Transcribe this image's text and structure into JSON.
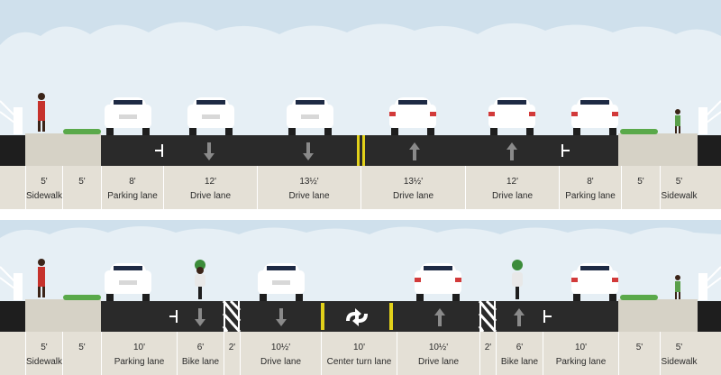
{
  "colors": {
    "sky": "#cfe0ec",
    "clouds": "#e6eff5",
    "sidewalk": "#d6d2c6",
    "asphalt": "#2a2a2a",
    "curb": "#1e1e1e",
    "label_bg": "#e4e0d6",
    "center_line": "#e2d11a",
    "grass": "#5aa94a"
  },
  "sections": [
    {
      "id": "before",
      "segments": [
        {
          "width": "5'",
          "name": "Sidewalk"
        },
        {
          "width": "5'",
          "name": ""
        },
        {
          "width": "8'",
          "name": "Parking lane"
        },
        {
          "width": "12'",
          "name": "Drive lane"
        },
        {
          "width": "13½'",
          "name": "Drive lane"
        },
        {
          "width": "13½'",
          "name": "Drive lane"
        },
        {
          "width": "12'",
          "name": "Drive lane"
        },
        {
          "width": "8'",
          "name": "Parking lane"
        },
        {
          "width": "5'",
          "name": ""
        },
        {
          "width": "5'",
          "name": "Sidewalk"
        }
      ]
    },
    {
      "id": "after",
      "segments": [
        {
          "width": "5'",
          "name": "Sidewalk"
        },
        {
          "width": "5'",
          "name": ""
        },
        {
          "width": "10'",
          "name": "Parking lane"
        },
        {
          "width": "6'",
          "name": "Bike lane"
        },
        {
          "width": "2'",
          "name": ""
        },
        {
          "width": "10½'",
          "name": "Drive lane"
        },
        {
          "width": "10'",
          "name": "Center turn lane"
        },
        {
          "width": "10½'",
          "name": "Drive lane"
        },
        {
          "width": "2'",
          "name": ""
        },
        {
          "width": "6'",
          "name": "Bike lane"
        },
        {
          "width": "10'",
          "name": "Parking lane"
        },
        {
          "width": "5'",
          "name": ""
        },
        {
          "width": "5'",
          "name": "Sidewalk"
        }
      ]
    }
  ]
}
